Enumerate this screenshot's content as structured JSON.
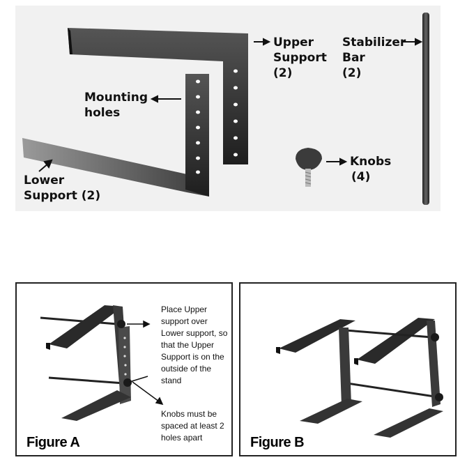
{
  "parts": {
    "upper_support": [
      "Upper",
      "Support",
      "(2)"
    ],
    "stabilizer_bar": [
      "Stabilizer",
      "Bar",
      "(2)"
    ],
    "mounting_holes": [
      "Mounting",
      "holes"
    ],
    "knobs": [
      "Knobs",
      "(4)"
    ],
    "lower_support": [
      "Lower",
      "Support (2)"
    ]
  },
  "figure_a": {
    "title": "Figure A",
    "note_place": [
      "Place Upper",
      "support over",
      "Lower support, so",
      "that the Upper",
      "Support is on the",
      "outside of the",
      "stand"
    ],
    "note_knobs": [
      "Knobs must be",
      "spaced at least 2",
      "holes apart"
    ]
  },
  "figure_b": {
    "title": "Figure B"
  },
  "colors": {
    "metal_dark": "#2b2b2b",
    "metal_light": "#6f6f6f",
    "photo_bg": "#f1f1f1"
  }
}
